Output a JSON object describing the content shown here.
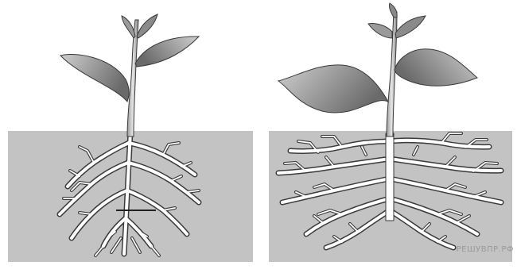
{
  "figure": {
    "panels": [
      {
        "id": "left",
        "root_system": "taproot"
      },
      {
        "id": "right",
        "root_system": "fibrous"
      }
    ],
    "colors": {
      "soil": "#c3c3c3",
      "root_fill": "#ffffff",
      "root_outline": "#3a3a3a",
      "leaf_light": "#d9d9d9",
      "leaf_dark": "#6e6e6e",
      "marker_line": "#222222"
    },
    "watermark": "РЕШУВПР.РФ"
  }
}
